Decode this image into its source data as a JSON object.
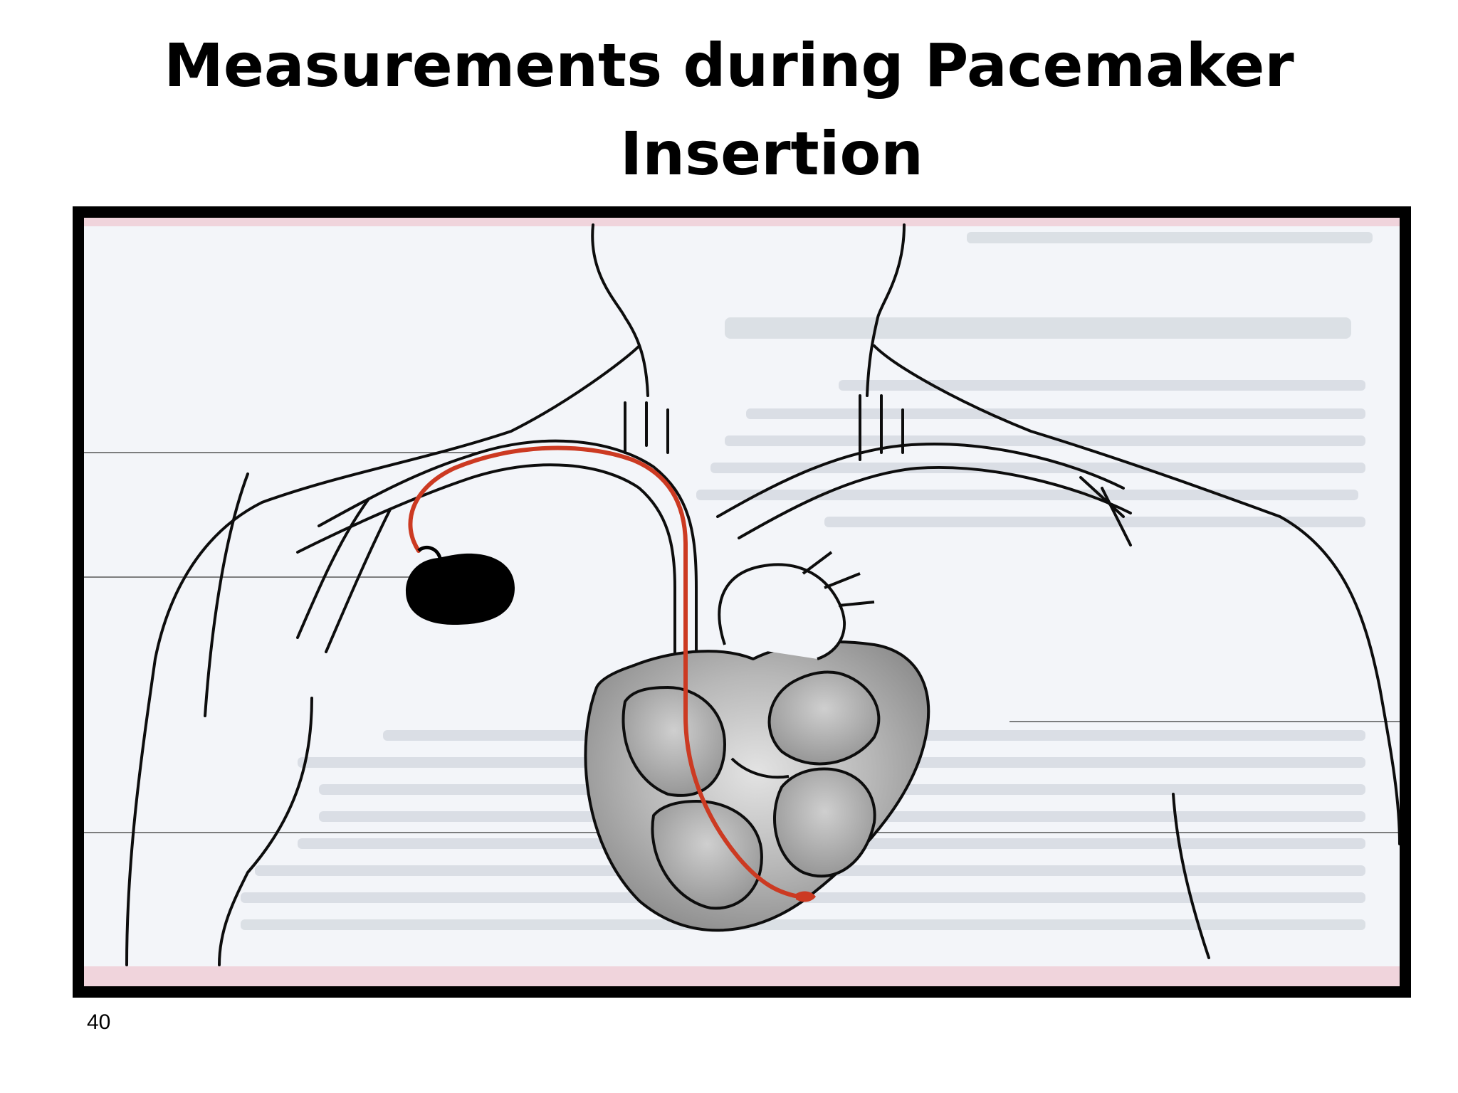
{
  "slide": {
    "title_line_1": "Measurements during Pacemaker",
    "title_line_2": "Insertion",
    "page_number": "40"
  },
  "figure": {
    "depicts": "pacemaker-generator-with-lead-in-right-ventricle",
    "colors": {
      "outline": "#0d0d0d",
      "lead": "#cc3a22",
      "generator": "#000000",
      "heart_shading": "#9a9a9a",
      "paper": "#f3f5f9",
      "paper_edge": "#f0d4dc",
      "bleed_through": "#c7cdd6"
    }
  }
}
